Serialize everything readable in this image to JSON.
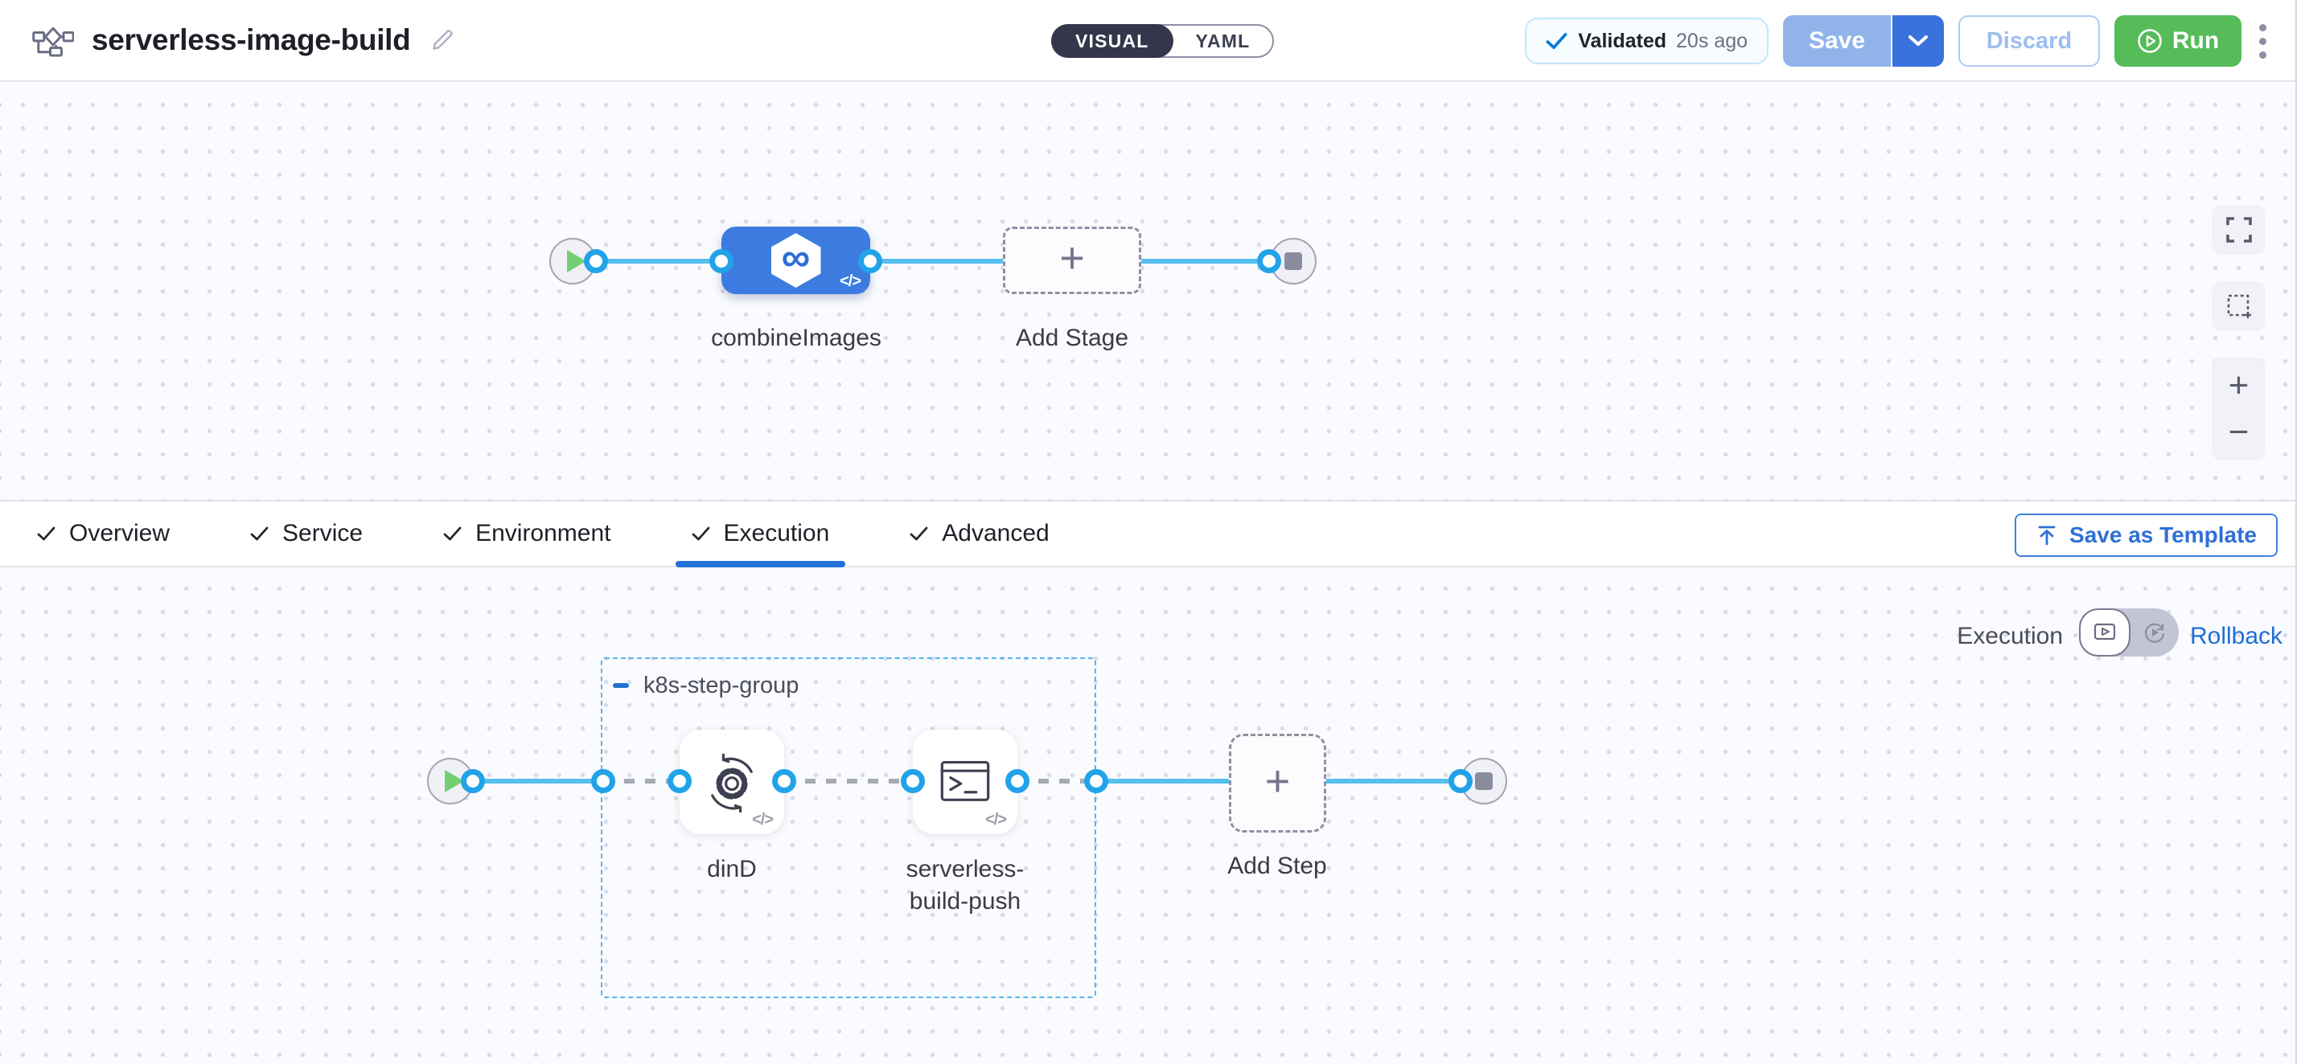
{
  "header": {
    "title": "serverless-image-build",
    "mode_toggle": {
      "visual": "VISUAL",
      "yaml": "YAML"
    },
    "validated": {
      "label": "Validated",
      "time": "20s ago"
    },
    "save_label": "Save",
    "discard_label": "Discard",
    "run_label": "Run"
  },
  "pipeline_canvas": {
    "stage_name": "combineImages",
    "add_stage_label": "Add Stage"
  },
  "tabs": {
    "items": [
      {
        "label": "Overview"
      },
      {
        "label": "Service"
      },
      {
        "label": "Environment"
      },
      {
        "label": "Execution"
      },
      {
        "label": "Advanced"
      }
    ],
    "active": "Execution",
    "save_as_template_label": "Save as Template"
  },
  "execution_section": {
    "mode_label": "Execution",
    "rollback_label": "Rollback",
    "group_name": "k8s-step-group",
    "steps": [
      {
        "name": "dinD"
      },
      {
        "name": "serverless-build-push"
      }
    ],
    "add_step_label": "Add Step"
  },
  "icons": {
    "plus": "+",
    "zoom_out": "−",
    "code": "</>",
    "infinity": "∞"
  },
  "colors": {
    "stage_blue": "#3C7CE0",
    "connector_blue": "#55BFF0",
    "dot_border_blue": "#22A3E9",
    "active_tab_blue": "#2270D8",
    "run_green": "#56BB59",
    "canvas_bg": "#FAFBFE"
  }
}
